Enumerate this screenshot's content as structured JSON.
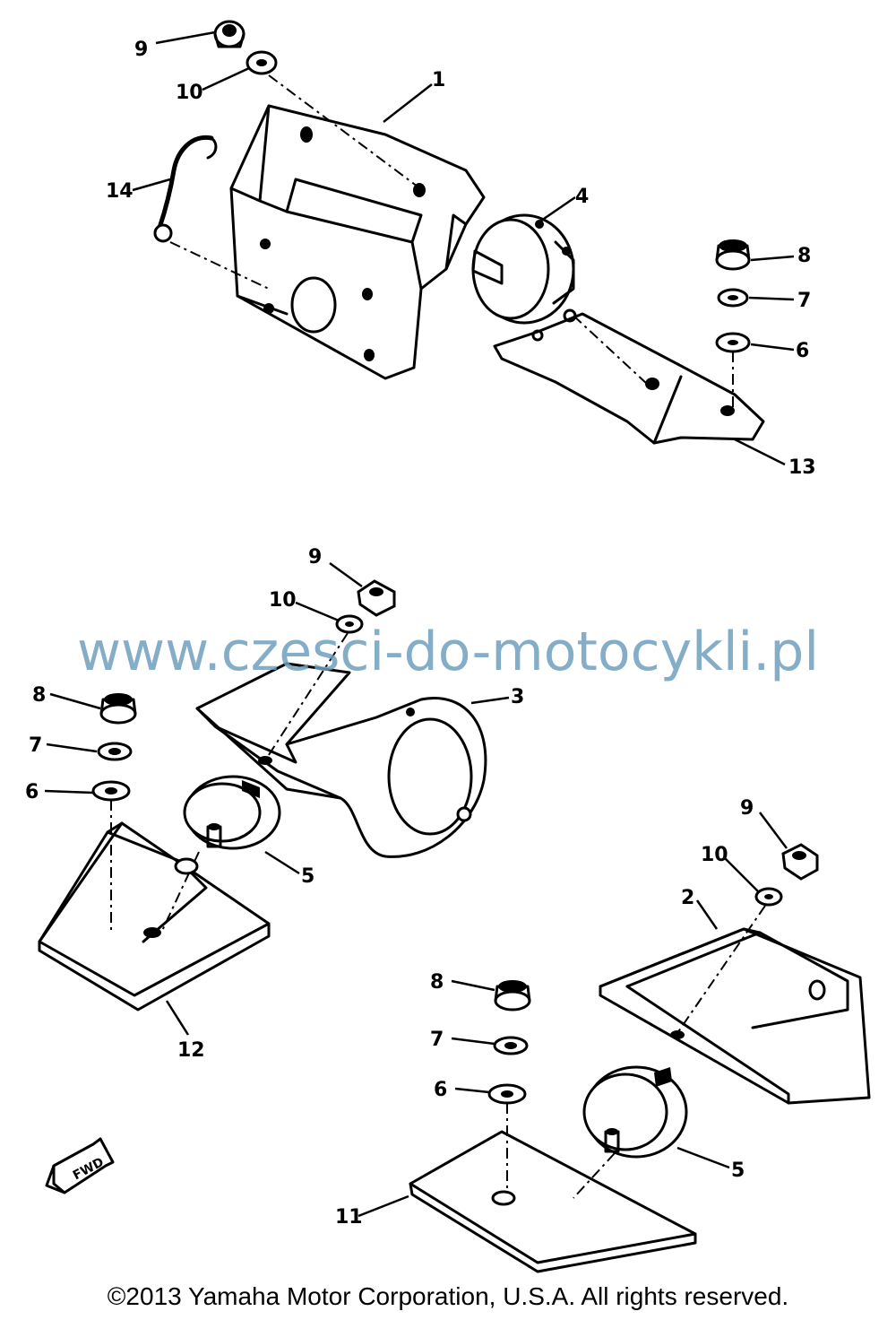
{
  "callouts": {
    "c1": "1",
    "c2": "2",
    "c3": "3",
    "c4": "4",
    "c5a": "5",
    "c5b": "5",
    "c6a": "6",
    "c6b": "6",
    "c6c": "6",
    "c7a": "7",
    "c7b": "7",
    "c7c": "7",
    "c8a": "8",
    "c8b": "8",
    "c8c": "8",
    "c9a": "9",
    "c9b": "9",
    "c9c": "9",
    "c10a": "10",
    "c10b": "10",
    "c10c": "10",
    "c11": "11",
    "c12": "12",
    "c13": "13",
    "c14": "14"
  },
  "fwd_label": "FWD",
  "watermark": "www.czesci-do-motocykli.pl",
  "copyright": "©2013 Yamaha Motor Corporation, U.S.A. All rights reserved."
}
